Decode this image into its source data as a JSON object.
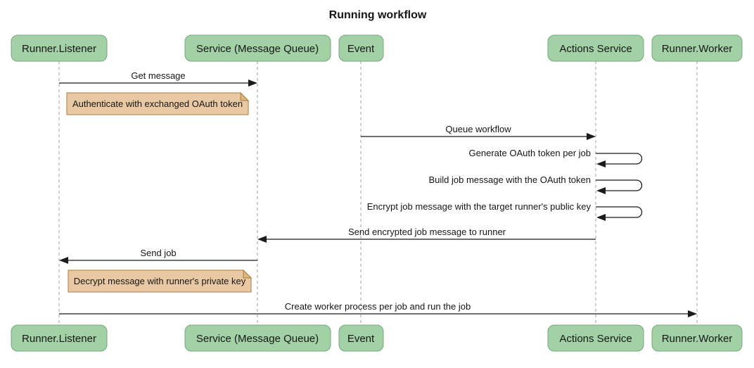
{
  "title": "Running workflow",
  "participants": [
    {
      "id": "runner-listener",
      "label": "Runner.Listener"
    },
    {
      "id": "service-message-queue",
      "label": "Service (Message Queue)"
    },
    {
      "id": "event",
      "label": "Event"
    },
    {
      "id": "actions-service",
      "label": "Actions Service"
    },
    {
      "id": "runner-worker",
      "label": "Runner.Worker"
    }
  ],
  "messages": [
    {
      "from": "Runner.Listener",
      "to": "Service (Message Queue)",
      "label": "Get message",
      "style": "solid-arrow"
    },
    {
      "from": "Event",
      "to": "Actions Service",
      "label": "Queue workflow",
      "style": "solid-arrow"
    },
    {
      "from": "Actions Service",
      "to": "Actions Service",
      "label": "Generate OAuth token per job",
      "style": "self-loop"
    },
    {
      "from": "Actions Service",
      "to": "Actions Service",
      "label": "Build job message with the OAuth token",
      "style": "self-loop"
    },
    {
      "from": "Actions Service",
      "to": "Actions Service",
      "label": "Encrypt job message with the target runner's public key",
      "style": "self-loop"
    },
    {
      "from": "Actions Service",
      "to": "Service (Message Queue)",
      "label": "Send encrypted job message to runner",
      "style": "solid-arrow"
    },
    {
      "from": "Service (Message Queue)",
      "to": "Runner.Listener",
      "label": "Send job",
      "style": "solid-arrow"
    },
    {
      "from": "Runner.Listener",
      "to": "Runner.Worker",
      "label": "Create worker process per job and run the job",
      "style": "solid-arrow"
    }
  ],
  "notes": [
    {
      "over": "Runner.Listener",
      "label": "Authenticate with exchanged OAuth token"
    },
    {
      "over": "Runner.Listener",
      "label": "Decrypt message with runner's private key"
    }
  ],
  "colors": {
    "actor_fill": "#a3d1a6",
    "actor_stroke": "#74a67d",
    "note_fill": "#e9c9a3",
    "note_fold": "#dcb57f",
    "note_stroke": "#aa7d3c",
    "lifeline": "#9e9e9e",
    "line": "#1b1b1b"
  }
}
